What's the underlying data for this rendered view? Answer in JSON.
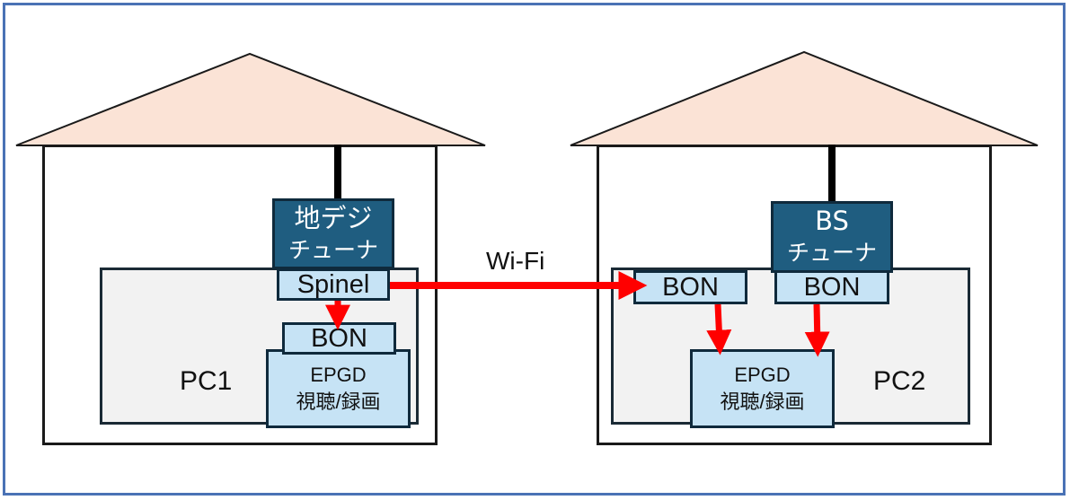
{
  "diagram": {
    "connection_label": "Wi-Fi",
    "pc1": {
      "label": "PC1",
      "tuner": {
        "line1": "地デジ",
        "line2": "チューナ"
      },
      "spinel": "Spinel",
      "bon": "BON",
      "epgd": {
        "line1": "EPGD",
        "line2": "視聴/録画"
      }
    },
    "pc2": {
      "label": "PC2",
      "tuner": {
        "line1": "BS",
        "line2": "チューナ"
      },
      "bon_remote": "BON",
      "bon_local": "BON",
      "epgd": {
        "line1": "EPGD",
        "line2": "視聴/録画"
      }
    },
    "colors": {
      "roof": "#fbe3d6",
      "tuner": "#1f5d80",
      "component": "#c6e3f5",
      "pc_bg": "#f2f2f2",
      "arrow": "#ff0000",
      "frame": "#4a72b5"
    }
  }
}
